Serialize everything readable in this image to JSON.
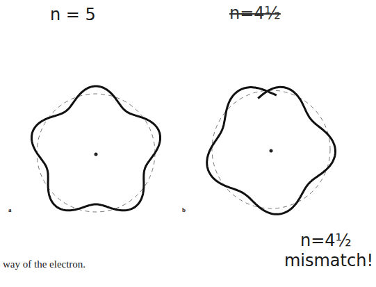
{
  "diagram": {
    "labels": [
      "n = 5",
      "n=4½",
      "n=4½",
      "mismatch!",
      "a",
      "b",
      "way of the electron."
    ]
  }
}
